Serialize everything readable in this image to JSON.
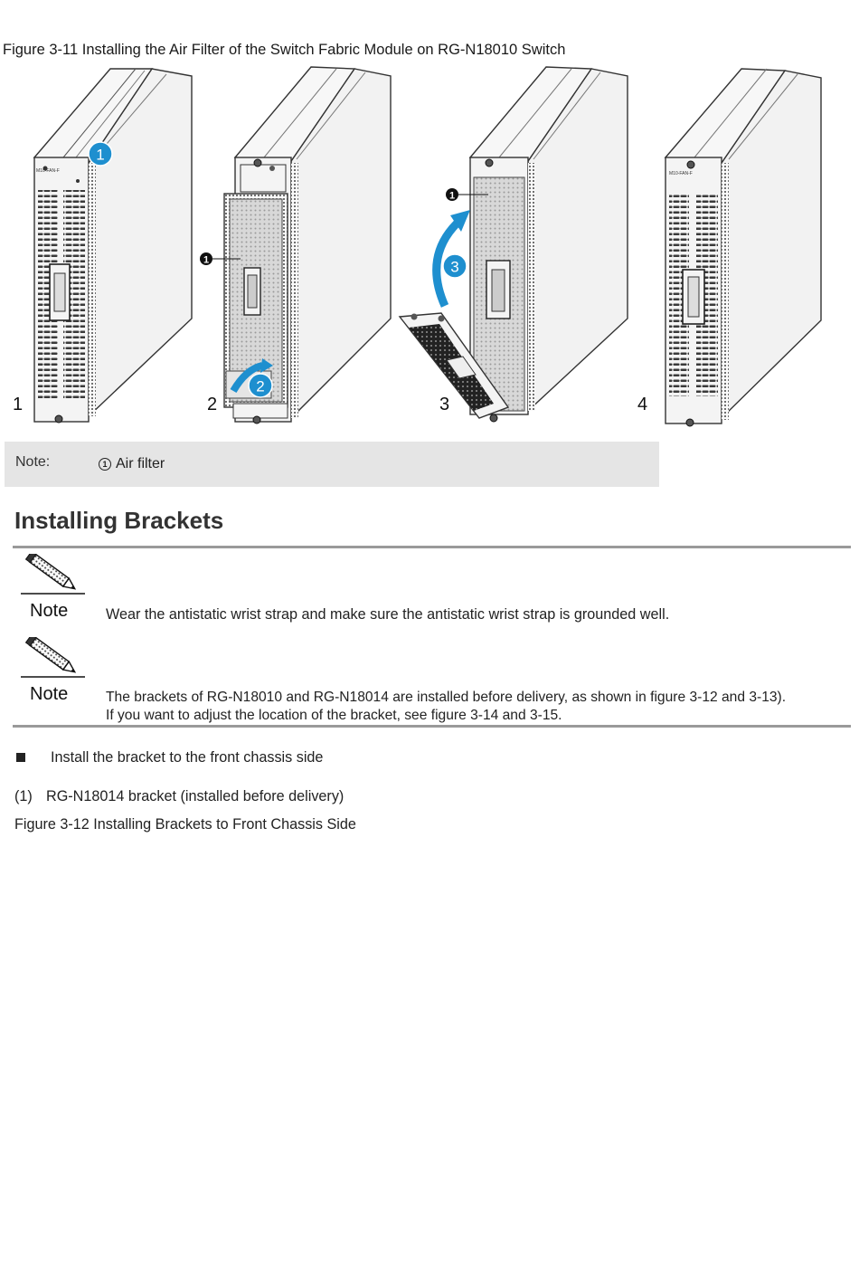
{
  "figure_3_11": {
    "caption": "Figure 3-11 Installing the Air Filter of the Switch Fabric Module on RG-N18010 Switch",
    "step_labels": [
      "1",
      "2",
      "3",
      "4"
    ],
    "callouts": [
      "1",
      "2",
      "3"
    ],
    "marker": "1",
    "module_label": "M10-FAN-F",
    "colors": {
      "callout_blue": "#1e8fcf",
      "panel_gray": "#f2f2f2",
      "outline": "#333333"
    }
  },
  "figure_note": {
    "label": "Note:",
    "item_marker": "1",
    "item_text": "Air filter"
  },
  "section": {
    "heading": "Installing Brackets"
  },
  "notes": [
    {
      "icon": "pencil-icon",
      "label": "Note",
      "lines": [
        "Wear the antistatic wrist strap and make sure the antistatic wrist strap is grounded well."
      ]
    },
    {
      "icon": "pencil-icon",
      "label": "Note",
      "lines": [
        "The brackets of RG-N18010 and RG-N18014 are installed before delivery, as shown in figure 3-12 and 3-13).",
        "If you want to adjust the location of the bracket, see figure 3-14 and 3-15."
      ]
    }
  ],
  "bullet": {
    "text": "Install the bracket to the front chassis side"
  },
  "numbered_item": {
    "number": "(1)",
    "text": "RG-N18014 bracket (installed before delivery)"
  },
  "figure_3_12": {
    "caption": "Figure 3-12 Installing Brackets to Front Chassis Side"
  }
}
